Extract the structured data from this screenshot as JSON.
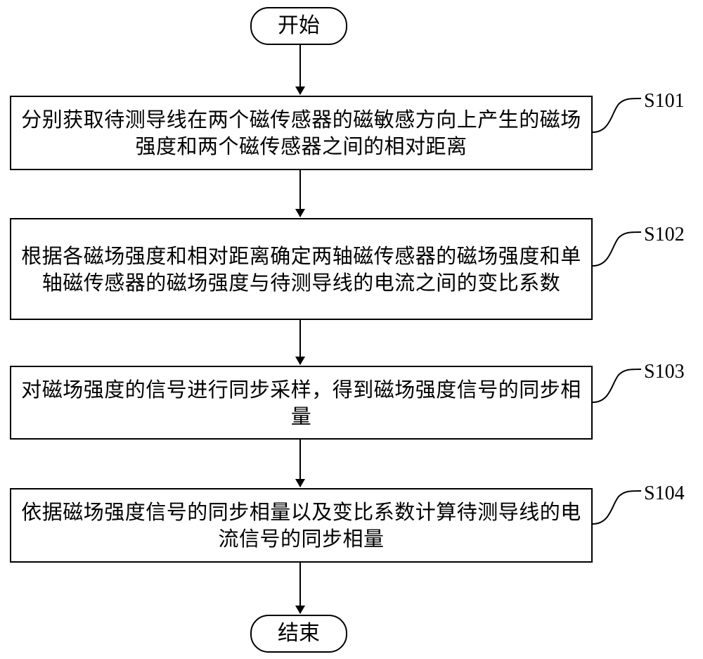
{
  "flow": {
    "start_label": "开始",
    "end_label": "结束",
    "steps": [
      {
        "id": "S101",
        "text": "分别获取待测导线在两个磁传感器的磁敏感方向上产生的磁场强度和两个磁传感器之间的相对距离"
      },
      {
        "id": "S102",
        "text": "根据各磁场强度和相对距离确定两轴磁传感器的磁场强度和单轴磁传感器的磁场强度与待测导线的电流之间的变比系数"
      },
      {
        "id": "S103",
        "text": "对磁场强度的信号进行同步采样，得到磁场强度信号的同步相量"
      },
      {
        "id": "S104",
        "text": "依据磁场强度信号的同步相量以及变比系数计算待测导线的电流信号的同步相量"
      }
    ]
  }
}
